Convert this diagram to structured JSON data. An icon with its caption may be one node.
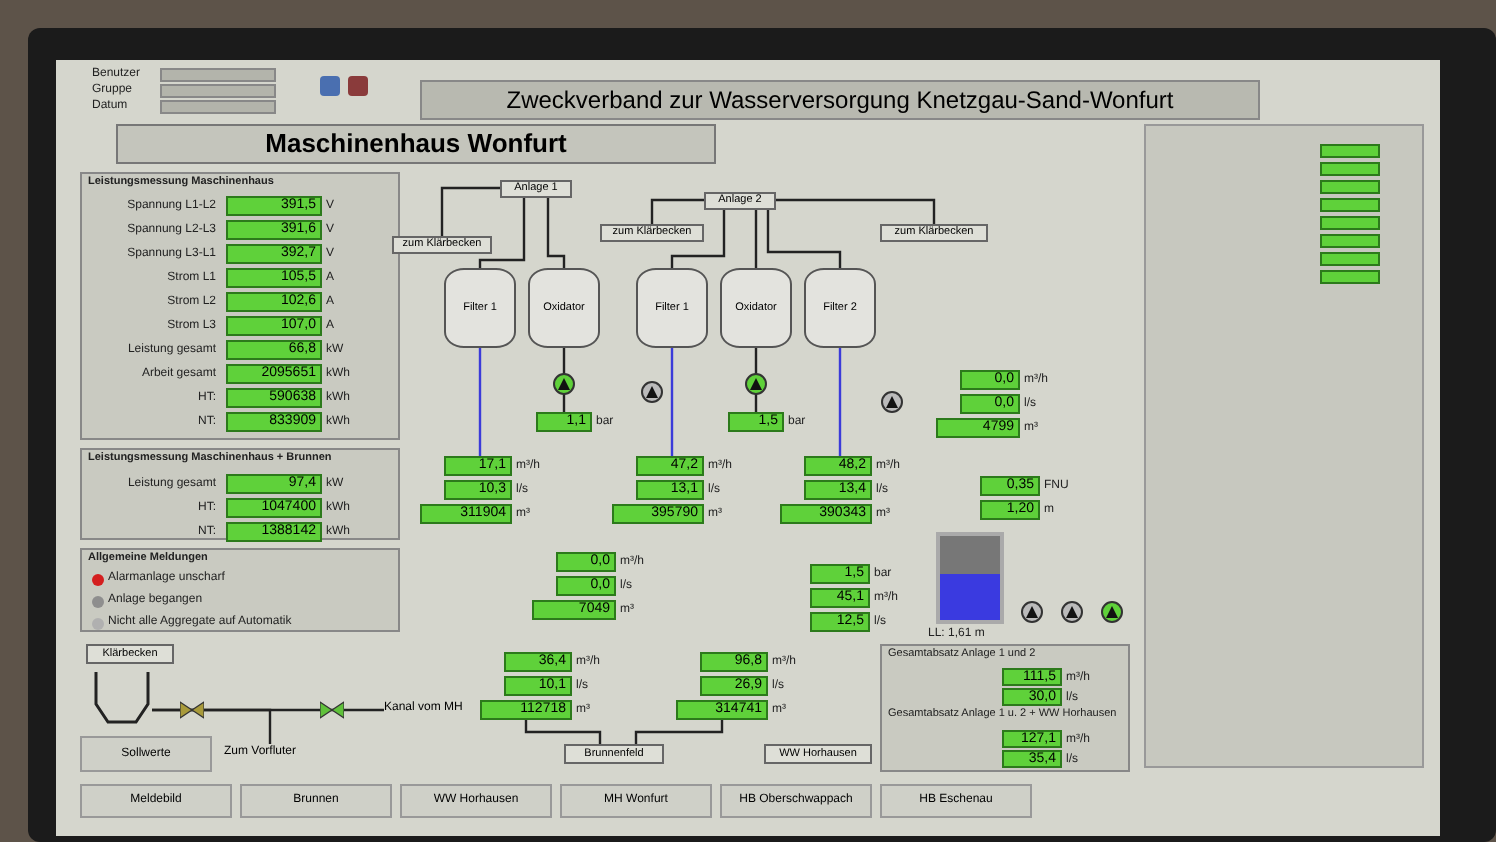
{
  "diagram": {
    "nodes": [
      {
        "text": [
          "Zweckverband zur Wasserversorgung Knetzgau-Sand-Wonfurt"
        ]
      },
      {
        "text": [
          "Maschinenhaus Wonfurt"
        ]
      },
      {
        "text": [
          "Leistungsmessung Maschinenhaus"
        ]
      },
      {
        "text": [
          "391,5"
        ],
        "beside": [
          "Spannung L1-L2",
          "V"
        ],
        "in": 2
      },
      {
        "text": [
          "391,6"
        ],
        "beside": [
          "Spannung L2-L3",
          "V"
        ],
        "in": 2
      },
      {
        "text": [
          "392,7"
        ],
        "beside": [
          "Spannung L3-L1",
          "V"
        ],
        "in": 2
      },
      {
        "text": [
          "105,5"
        ],
        "beside": [
          "Strom L1",
          "A"
        ],
        "in": 2
      },
      {
        "text": [
          "102,6"
        ],
        "beside": [
          "Strom L2",
          "A"
        ],
        "in": 2
      },
      {
        "text": [
          "107,0"
        ],
        "beside": [
          "Strom L3",
          "A"
        ],
        "in": 2
      },
      {
        "text": [
          "66,8"
        ],
        "beside": [
          "Leistung gesamt",
          "kW"
        ],
        "in": 2
      },
      {
        "text": [
          "2095651"
        ],
        "beside": [
          "Arbeit gesamt",
          "kWh"
        ],
        "in": 2
      },
      {
        "text": [
          "590638"
        ],
        "beside": [
          "HT:",
          "kWh"
        ],
        "in": 2
      },
      {
        "text": [
          "833909"
        ],
        "beside": [
          "NT:",
          "kWh"
        ],
        "in": 2
      },
      {
        "text": [
          "Leistungsmessung Maschinenhaus + Brunnen"
        ]
      },
      {
        "text": [
          "97,4"
        ],
        "beside": [
          "Leistung gesamt",
          "kW"
        ],
        "in": 13
      },
      {
        "text": [
          "1047400"
        ],
        "beside": [
          "HT:",
          "kWh"
        ],
        "in": 13
      },
      {
        "text": [
          "1388142"
        ],
        "beside": [
          "NT:",
          "kWh"
        ],
        "in": 13
      },
      {
        "text": [
          "Allgemeine Meldungen"
        ]
      },
      {
        "text": [
          "Klärbecken"
        ]
      },
      {
        "text": [],
        "shape": "picture"
      },
      {
        "text": [
          "Zum Vorfluter"
        ]
      },
      {
        "text": [
          "Kanal vom MH"
        ]
      },
      {
        "text": [
          "Sollwerte"
        ]
      },
      {
        "text": [
          "Anlage 1"
        ]
      },
      {
        "text": [
          "zum Klärbecken"
        ]
      },
      {
        "text": [
          "Filter 1"
        ]
      },
      {
        "text": [
          "Oxidator"
        ]
      },
      {
        "text": [
          "Anlage 2"
        ]
      },
      {
        "text": [
          "zum Klärbecken"
        ]
      },
      {
        "text": [
          "Filter 1"
        ]
      },
      {
        "text": [
          "Oxidator"
        ]
      },
      {
        "text": [
          "Filter 2"
        ]
      },
      {
        "text": [
          "zum Klärbecken"
        ]
      },
      {
        "text": [
          "17,1"
        ],
        "beside": [
          "m³/h"
        ]
      },
      {
        "text": [
          "10,3"
        ],
        "beside": [
          "l/s"
        ]
      },
      {
        "text": [
          "311904"
        ],
        "beside": [
          "m³"
        ]
      },
      {
        "text": [
          "1,1"
        ],
        "beside": [
          "bar"
        ]
      },
      {
        "text": [
          "47,2"
        ],
        "beside": [
          "m³/h"
        ]
      },
      {
        "text": [
          "13,1"
        ],
        "beside": [
          "l/s"
        ]
      },
      {
        "text": [
          "395790"
        ],
        "beside": [
          "m³"
        ]
      },
      {
        "text": [
          "1,5"
        ],
        "beside": [
          "bar"
        ]
      },
      {
        "text": [
          "48,2"
        ],
        "beside": [
          "m³/h"
        ]
      },
      {
        "text": [
          "13,4"
        ],
        "beside": [
          "l/s"
        ]
      },
      {
        "text": [
          "390343"
        ],
        "beside": [
          "m³"
        ]
      },
      {
        "text": [
          "0,0"
        ],
        "beside": [
          "m³/h"
        ]
      },
      {
        "text": [
          "0,0"
        ],
        "beside": [
          "l/s"
        ]
      },
      {
        "text": [
          "7049"
        ],
        "beside": [
          "m³"
        ]
      },
      {
        "text": [
          "36,4"
        ],
        "beside": [
          "m³/h"
        ]
      },
      {
        "text": [
          "10,1"
        ],
        "beside": [
          "l/s"
        ]
      },
      {
        "text": [
          "112718"
        ],
        "beside": [
          "m³"
        ]
      },
      {
        "text": [
          "96,8"
        ],
        "beside": [
          "m³/h"
        ]
      },
      {
        "text": [
          "26,9"
        ],
        "beside": [
          "l/s"
        ]
      },
      {
        "text": [
          "314741"
        ],
        "beside": [
          "m³"
        ]
      },
      {
        "text": [
          "Brunnenfeld"
        ]
      },
      {
        "text": [
          "WW Horhausen"
        ]
      },
      {
        "text": [
          "0,0"
        ],
        "beside": [
          "m³/h"
        ]
      },
      {
        "text": [
          "0,0"
        ],
        "beside": [
          "l/s"
        ]
      },
      {
        "text": [
          "4799"
        ],
        "beside": [
          "m³"
        ]
      },
      {
        "text": [
          "0,35"
        ],
        "beside": [
          "FNU"
        ]
      },
      {
        "text": [
          "1,20"
        ],
        "beside": [
          "m"
        ]
      },
      {
        "text": [],
        "shape": "bar",
        "beside": [
          "LL: 1,61 m"
        ]
      },
      {
        "text": [
          "1,5"
        ],
        "beside": [
          "bar"
        ]
      },
      {
        "text": [
          "45,1"
        ],
        "beside": [
          "m³/h"
        ]
      },
      {
        "text": [
          "12,5"
        ],
        "beside": [
          "l/s"
        ]
      },
      {
        "text": [
          "Gesamtabsatz Anlage 1 und 2",
          "Gesamtabsatz Anlage 1 u. 2 + WW Horhausen"
        ]
      },
      {
        "text": [
          "111,5"
        ],
        "beside": [
          "m³/h"
        ],
        "in": 64
      },
      {
        "text": [
          "30,0"
        ],
        "beside": [
          "l/s"
        ],
        "in": 64
      },
      {
        "text": [
          "127,1"
        ],
        "beside": [
          "m³/h"
        ],
        "in": 64
      },
      {
        "text": [
          "35,4"
        ],
        "beside": [
          "l/s"
        ],
        "in": 64
      },
      {
        "text": [
          "Meldebild"
        ]
      },
      {
        "text": [
          "Brunnen"
        ]
      },
      {
        "text": [
          "WW Horhausen"
        ]
      },
      {
        "text": [
          "MH Wonfurt"
        ]
      },
      {
        "text": [
          "HB Oberschwappach"
        ]
      },
      {
        "text": [
          "HB Eschenau"
        ]
      }
    ],
    "edges": [
      {
        "from": 23,
        "to": 24,
        "arrow": "none"
      },
      {
        "from": 23,
        "to": 25,
        "arrow": "none"
      },
      {
        "from": 23,
        "to": 26,
        "arrow": "none"
      },
      {
        "from": 27,
        "to": 28,
        "arrow": "none"
      },
      {
        "from": 27,
        "to": 29,
        "arrow": "none"
      },
      {
        "from": 27,
        "to": 30,
        "arrow": "none"
      },
      {
        "from": 27,
        "to": 31,
        "arrow": "none"
      },
      {
        "from": 27,
        "to": 32,
        "arrow": "none"
      },
      {
        "from": 25,
        "to": 33,
        "arrow": "none",
        "color": "#3b3bd9"
      },
      {
        "from": 26,
        "to": 36,
        "arrow": "none"
      },
      {
        "from": 29,
        "to": 37,
        "arrow": "none",
        "color": "#3b3bd9"
      },
      {
        "from": 30,
        "to": 40,
        "arrow": "none"
      },
      {
        "from": 31,
        "to": 41,
        "arrow": "none",
        "color": "#3b3bd9"
      },
      {
        "from": 49,
        "to": 53,
        "arrow": "none"
      },
      {
        "from": 52,
        "to": 53,
        "arrow": "none"
      },
      {
        "from": 19,
        "to": 21,
        "arrow": "none"
      },
      {
        "from": 19,
        "to": 20,
        "arrow": "none"
      }
    ],
    "labels": [
      "Benutzer",
      "Gruppe",
      "Datum",
      "Alarmanlage unscharf",
      "Anlage begangen",
      "Nicht alle Aggregate auf Automatik"
    ]
  }
}
